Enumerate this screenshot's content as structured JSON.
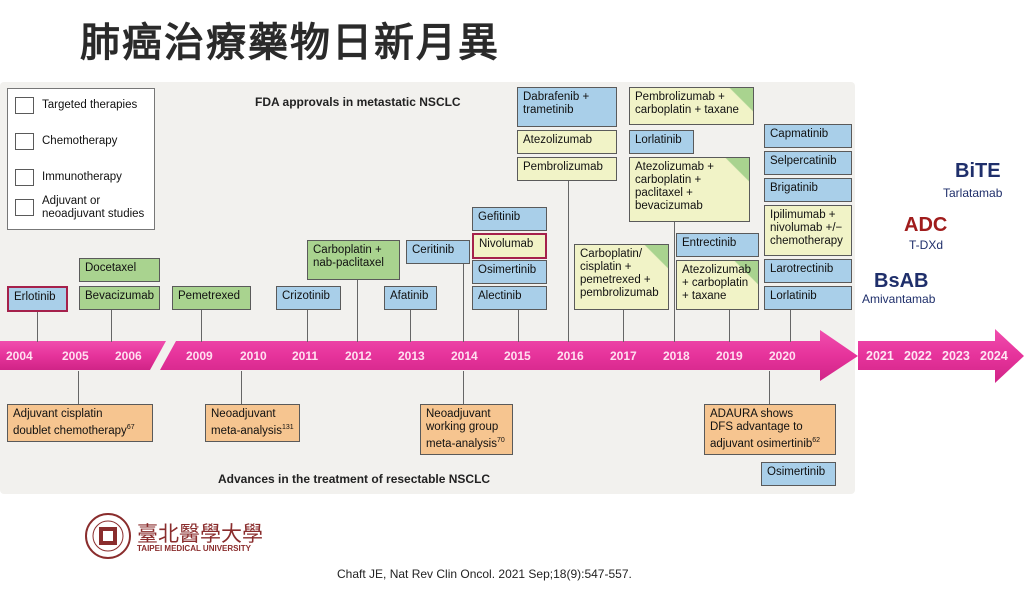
{
  "title": "肺癌治療藥物日新月異",
  "top_heading": "FDA approvals in metastatic NSCLC",
  "bottom_heading": "Advances in the treatment of resectable NSCLC",
  "legend": [
    {
      "label": "Targeted therapies",
      "type": "targeted"
    },
    {
      "label": "Chemotherapy",
      "type": "chemo"
    },
    {
      "label": "Immunotherapy",
      "type": "immuno"
    },
    {
      "label": "Adjuvant or\nneoadjuvant studies",
      "type": "adjuvant"
    }
  ],
  "colors": {
    "targeted": "#a9cfe9",
    "chemo": "#a9d38f",
    "immuno": "#f1f3c7",
    "adjuvant": "#f6c590",
    "highlight": "#a5214b",
    "arrow": "#e6339b"
  },
  "years": [
    "2004",
    "2005",
    "2006",
    "2009",
    "2010",
    "2011",
    "2012",
    "2013",
    "2014",
    "2015",
    "2016",
    "2017",
    "2018",
    "2019",
    "2020"
  ],
  "future_years": [
    "2021",
    "2022",
    "2023",
    "2024"
  ],
  "approvals": {
    "erlotinib": "Erlotinib",
    "docetaxel": "Docetaxel",
    "bevacizumab": "Bevacizumab",
    "pemetrexed": "Pemetrexed",
    "crizotinib": "Crizotinib",
    "carbo_nab": "Carboplatin +\nnab-paclitaxel",
    "afatinib": "Afatinib",
    "ceritinib": "Ceritinib",
    "gefitinib": "Gefitinib",
    "nivolumab": "Nivolumab",
    "osimertinib": "Osimertinib",
    "alectinib": "Alectinib",
    "dabrafenib": "Dabrafenib +\ntrametinib",
    "atezolizumab": "Atezolizumab",
    "pembrolizumab": "Pembrolizumab",
    "carbo_cis_pem": "Carboplatin/\ncisplatin +\npemetrexed +\npembrolizumab",
    "pembro_carbo_tax": "Pembrolizumab +\ncarboplatin + taxane",
    "lorlatinib_2018": "Lorlatinib",
    "atezo_carbo_pac_bev": "Atezolizumab +\ncarboplatin +\npaclitaxel +\nbevacizumab",
    "entrectinib": "Entrectinib",
    "atezo_carbo_tax": "Atezolizumab\n+ carboplatin\n+ taxane",
    "capmatinib": "Capmatinib",
    "selpercatinib": "Selpercatinib",
    "brigatinib": "Brigatinib",
    "ipi_nivo": "Ipilimumab +\nnivolumab +/−\nchemotherapy",
    "larotrectinib": "Larotrectinib",
    "lorlatinib_2020": "Lorlatinib"
  },
  "resectable": {
    "adj_cis": "Adjuvant cisplatin\ndoublet chemotherapy",
    "adj_cis_ref": "67",
    "neo_meta": "Neoadjuvant\nmeta-analysis",
    "neo_meta_ref": "131",
    "neo_wg": "Neoadjuvant\nworking group\nmeta-analysis",
    "neo_wg_ref": "70",
    "adaura": "ADAURA shows\nDFS advantage to\nadjuvant osimertinib",
    "adaura_ref": "62",
    "osimertinib": "Osimertinib"
  },
  "new_agents": [
    {
      "abbr": "BiTE",
      "drug": "Tarlatamab",
      "color": "#1f2f6b"
    },
    {
      "abbr": "ADC",
      "drug": "T-DXd",
      "color": "#a01c1c"
    },
    {
      "abbr": "BsAB",
      "drug": "Amivantamab",
      "color": "#1f2f6b"
    }
  ],
  "logo": {
    "name": "臺北醫學大學",
    "sub": "TAIPEI MEDICAL UNIVERSITY"
  },
  "citation": "Chaft JE, Nat Rev Clin Oncol. 2021 Sep;18(9):547-557."
}
